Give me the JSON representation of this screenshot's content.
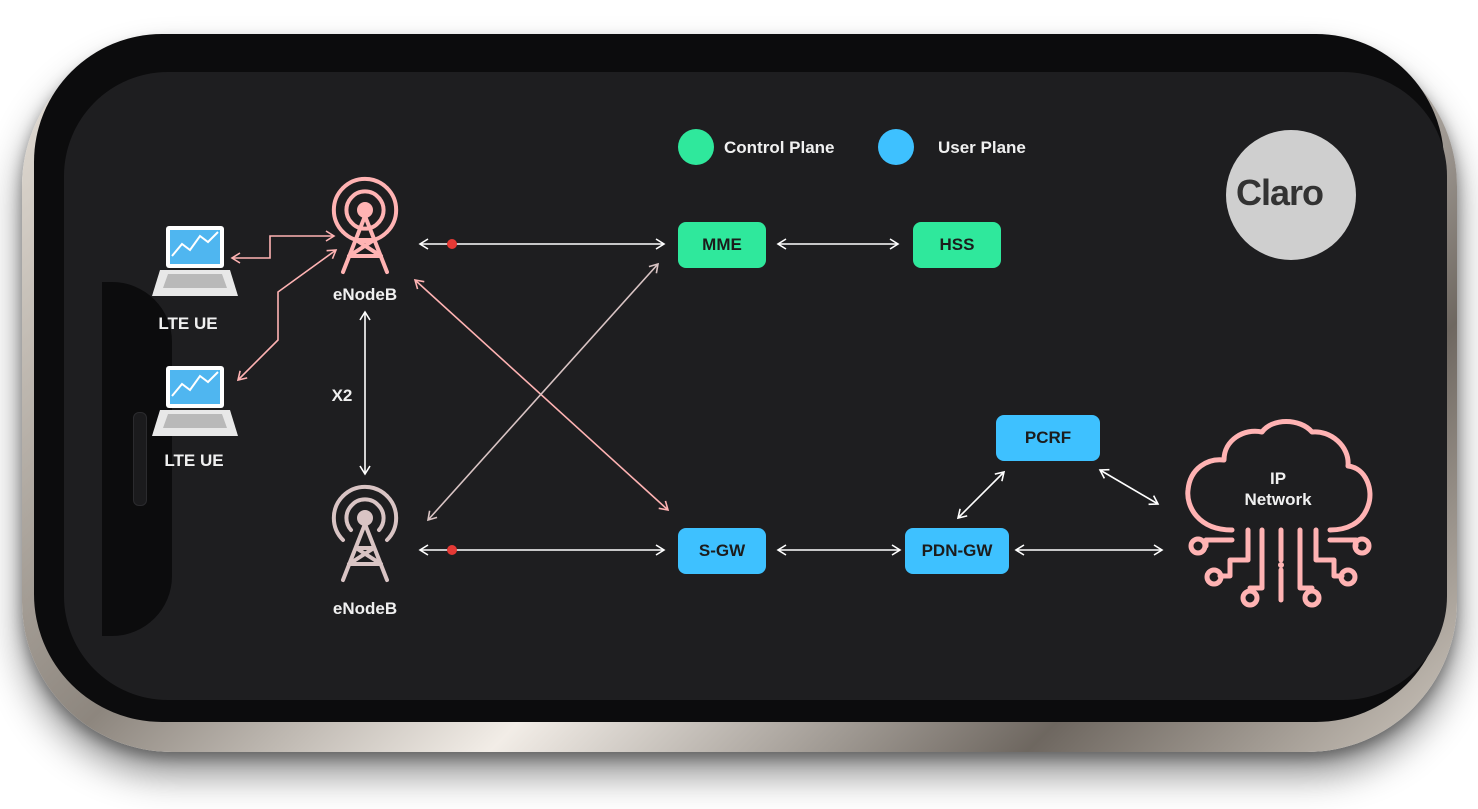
{
  "legend": {
    "control_plane": "Control Plane",
    "user_plane": "User Plane",
    "control_color": "#2fe89c",
    "user_color": "#3ec1ff"
  },
  "brand": {
    "text": "Claro"
  },
  "nodes": {
    "mme": "MME",
    "hss": "HSS",
    "sgw": "S-GW",
    "pdngw": "PDN-GW",
    "pcrf": "PCRF"
  },
  "enodeb_top": {
    "label": "eNodeB",
    "color": "#ffb3b3"
  },
  "enodeb_bottom": {
    "label": "eNodeB",
    "color": "#d9c4c4"
  },
  "ue_top": {
    "label": "LTE UE"
  },
  "ue_bottom": {
    "label": "LTE UE"
  },
  "x2": {
    "label": "X2"
  },
  "ip_network": {
    "line1": "IP",
    "line2": "Network",
    "color": "#ffb3b3"
  },
  "icons": [
    "tower-icon",
    "laptop-icon",
    "cloud-network-icon",
    "claro-logo-icon"
  ]
}
